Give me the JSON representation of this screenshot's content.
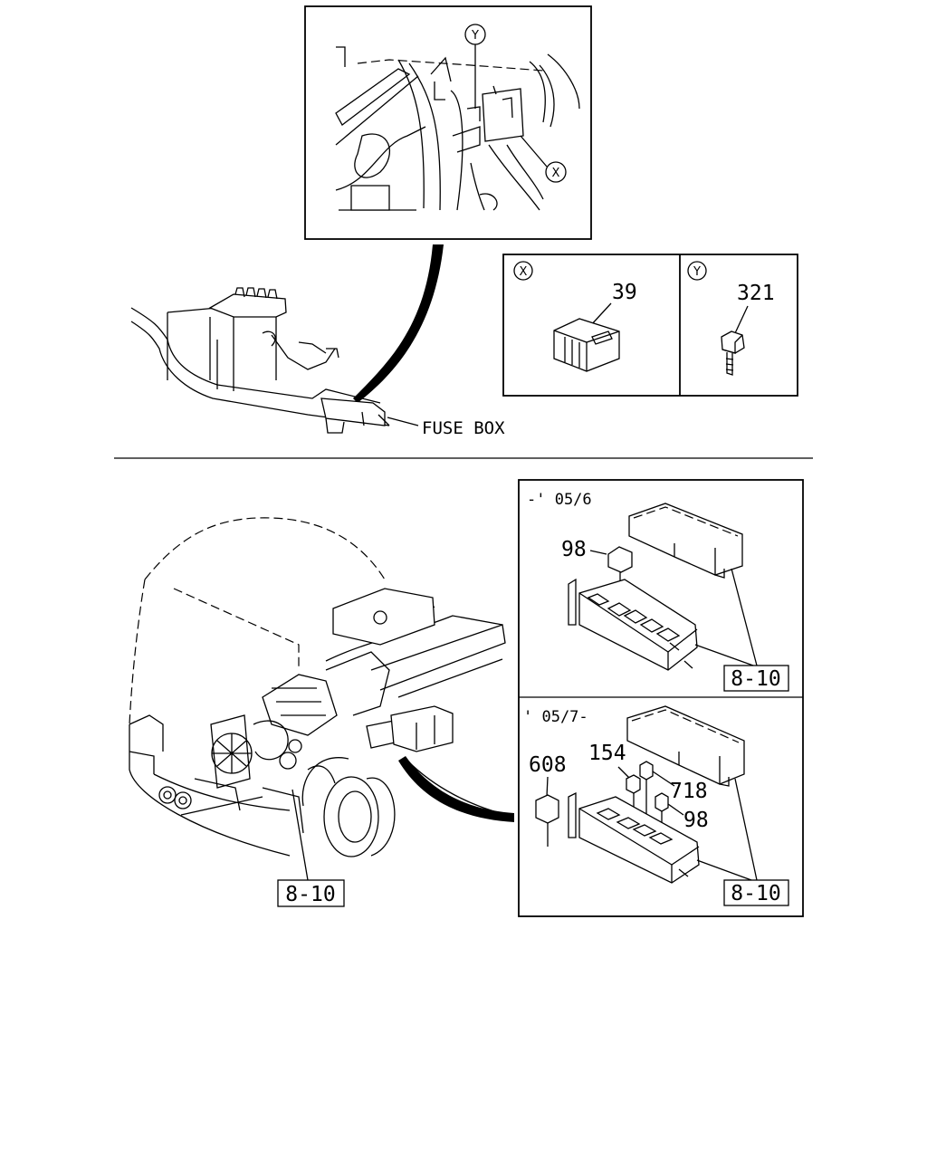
{
  "callouts": {
    "circle_y": "Y",
    "circle_x": "X"
  },
  "detail_box": {
    "x_marker": "X",
    "x_part": "39",
    "y_marker": "Y",
    "y_part": "321"
  },
  "labels": {
    "fuse_box": "FUSE BOX",
    "ref_main": "8-10"
  },
  "fusebox_early": {
    "period": "-' 05/6",
    "relay": "98",
    "ref": "8-10"
  },
  "fusebox_late": {
    "period": "' 05/7-",
    "relay_a": "608",
    "relay_b": "154",
    "relay_c": "718",
    "relay_d": "98",
    "ref": "8-10"
  }
}
